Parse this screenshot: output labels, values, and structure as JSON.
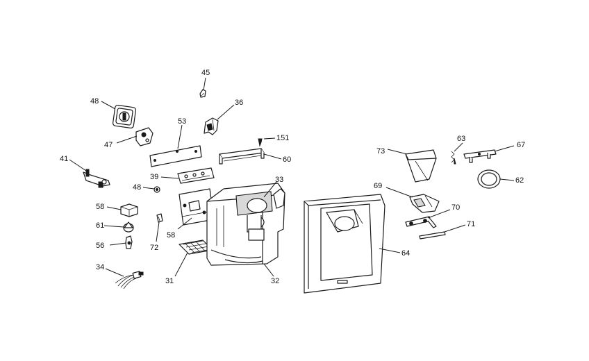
{
  "callouts": {
    "c45": "45",
    "c48a": "48",
    "c36": "36",
    "c53": "53",
    "c47": "47",
    "c151": "151",
    "c41": "41",
    "c60": "60",
    "c39": "39",
    "c33": "33",
    "c48b": "48",
    "c58a": "58",
    "c61": "61",
    "c58b": "58",
    "c56": "56",
    "c72": "72",
    "c34": "34",
    "c31": "31",
    "c32": "32",
    "c73": "73",
    "c63": "63",
    "c67": "67",
    "c62": "62",
    "c69": "69",
    "c70": "70",
    "c71": "71",
    "c64": "64"
  }
}
